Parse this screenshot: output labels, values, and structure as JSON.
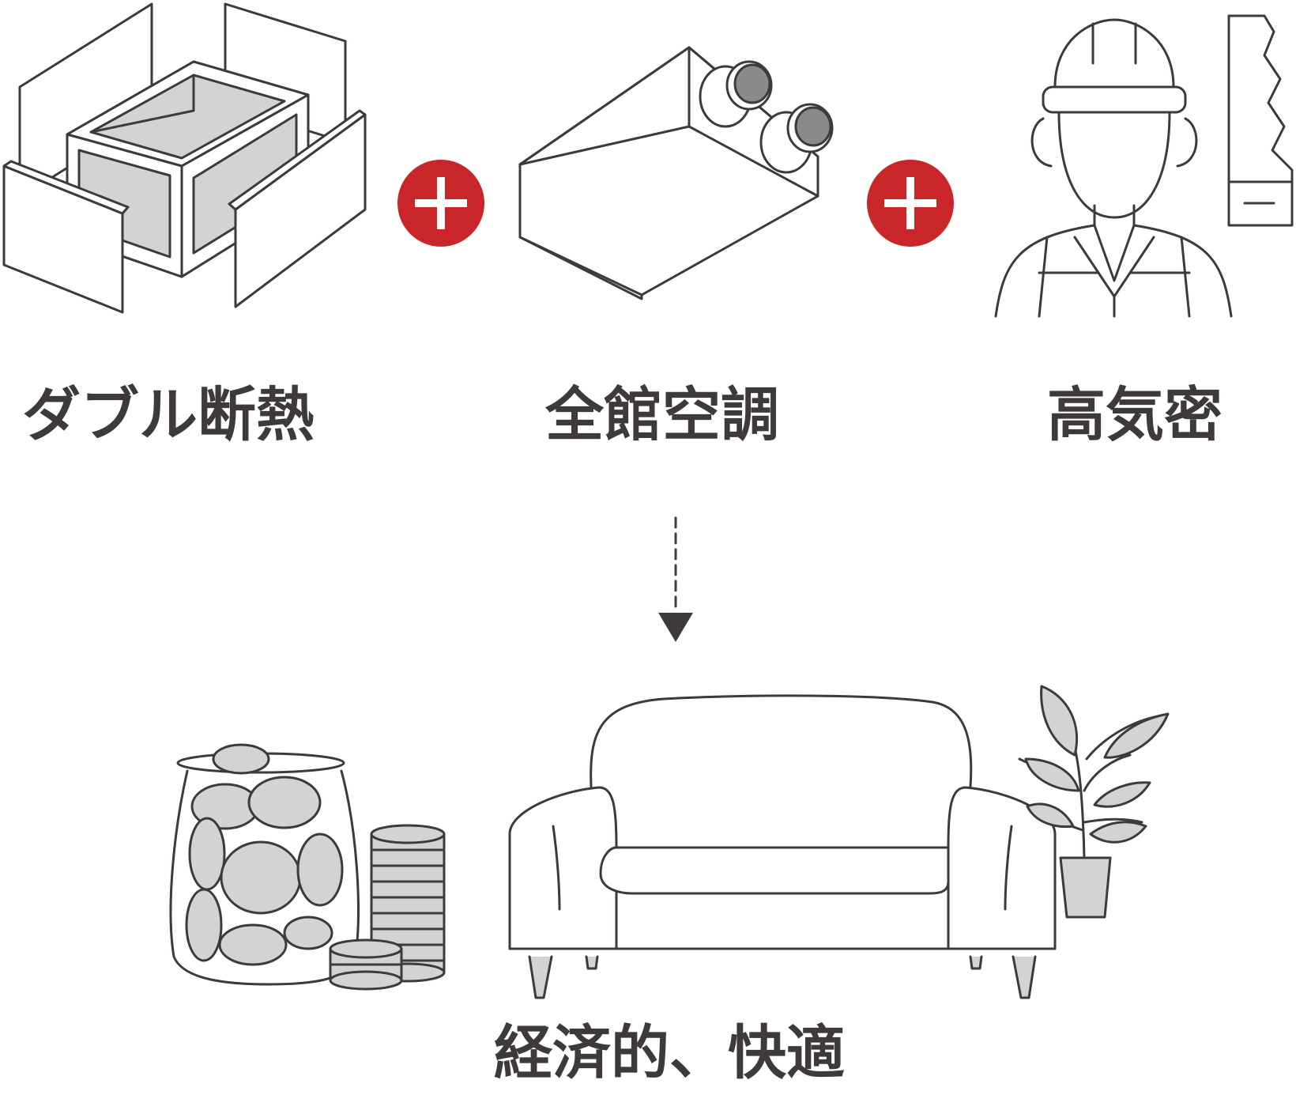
{
  "labels": {
    "double_insulation": "ダブル断熱",
    "whole_house_ac": "全館空調",
    "high_airtightness": "高気密",
    "result": "経済的、快適"
  },
  "colors": {
    "plus_badge": "#c9262a",
    "line": "#3e3a39",
    "fill_gray": "#d3d3d3",
    "background": "#ffffff"
  },
  "icons": [
    "insulation-box-icon",
    "plus-icon",
    "hvac-unit-icon",
    "plus-icon",
    "worker-icon",
    "saw-icon",
    "arrow-down-icon",
    "coin-jar-icon",
    "coin-stack-icon",
    "sofa-icon",
    "plant-icon"
  ]
}
